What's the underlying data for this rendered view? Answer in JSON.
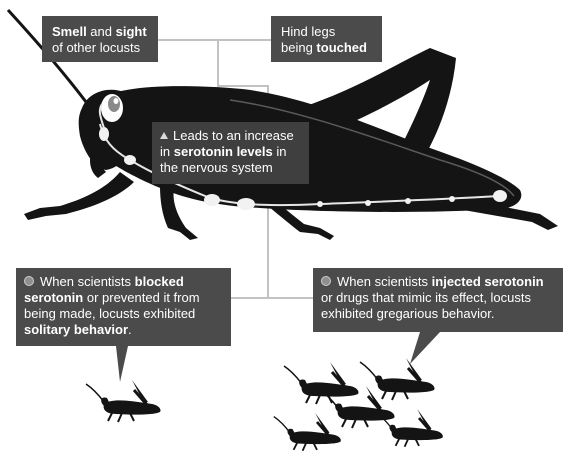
{
  "callouts": {
    "smell_sight": {
      "part1": "Smell",
      "part2": " and ",
      "part3": "sight",
      "part4": "of other locusts"
    },
    "hind_legs": {
      "part1": "Hind legs",
      "part2": "being ",
      "part3": "touched"
    },
    "serotonin": {
      "part1": "Leads to an increase",
      "part2": "in ",
      "part3": "serotonin levels",
      "part4": " in",
      "part5": "the nervous system"
    },
    "blocked": {
      "part1": "When scientists ",
      "part2": "blocked",
      "part3": "serotonin",
      "part4": " or prevented it from",
      "part5": "being made, locusts exhibited",
      "part6": "solitary behavior",
      "part7": "."
    },
    "injected": {
      "part1": "When scientists ",
      "part2": "injected serotonin",
      "part3": "or drugs that mimic its effect, locusts",
      "part4": "exhibited gregarious behavior."
    }
  },
  "colors": {
    "locust_body": "#141414",
    "callout_bg": "#4b4b4b",
    "connector": "#c2c2c2",
    "nerve": "#e6e6e6"
  },
  "icons": [
    "locust-illustration",
    "small-locust-icon",
    "bullet-circle-icon",
    "triangle-bullet-icon"
  ]
}
